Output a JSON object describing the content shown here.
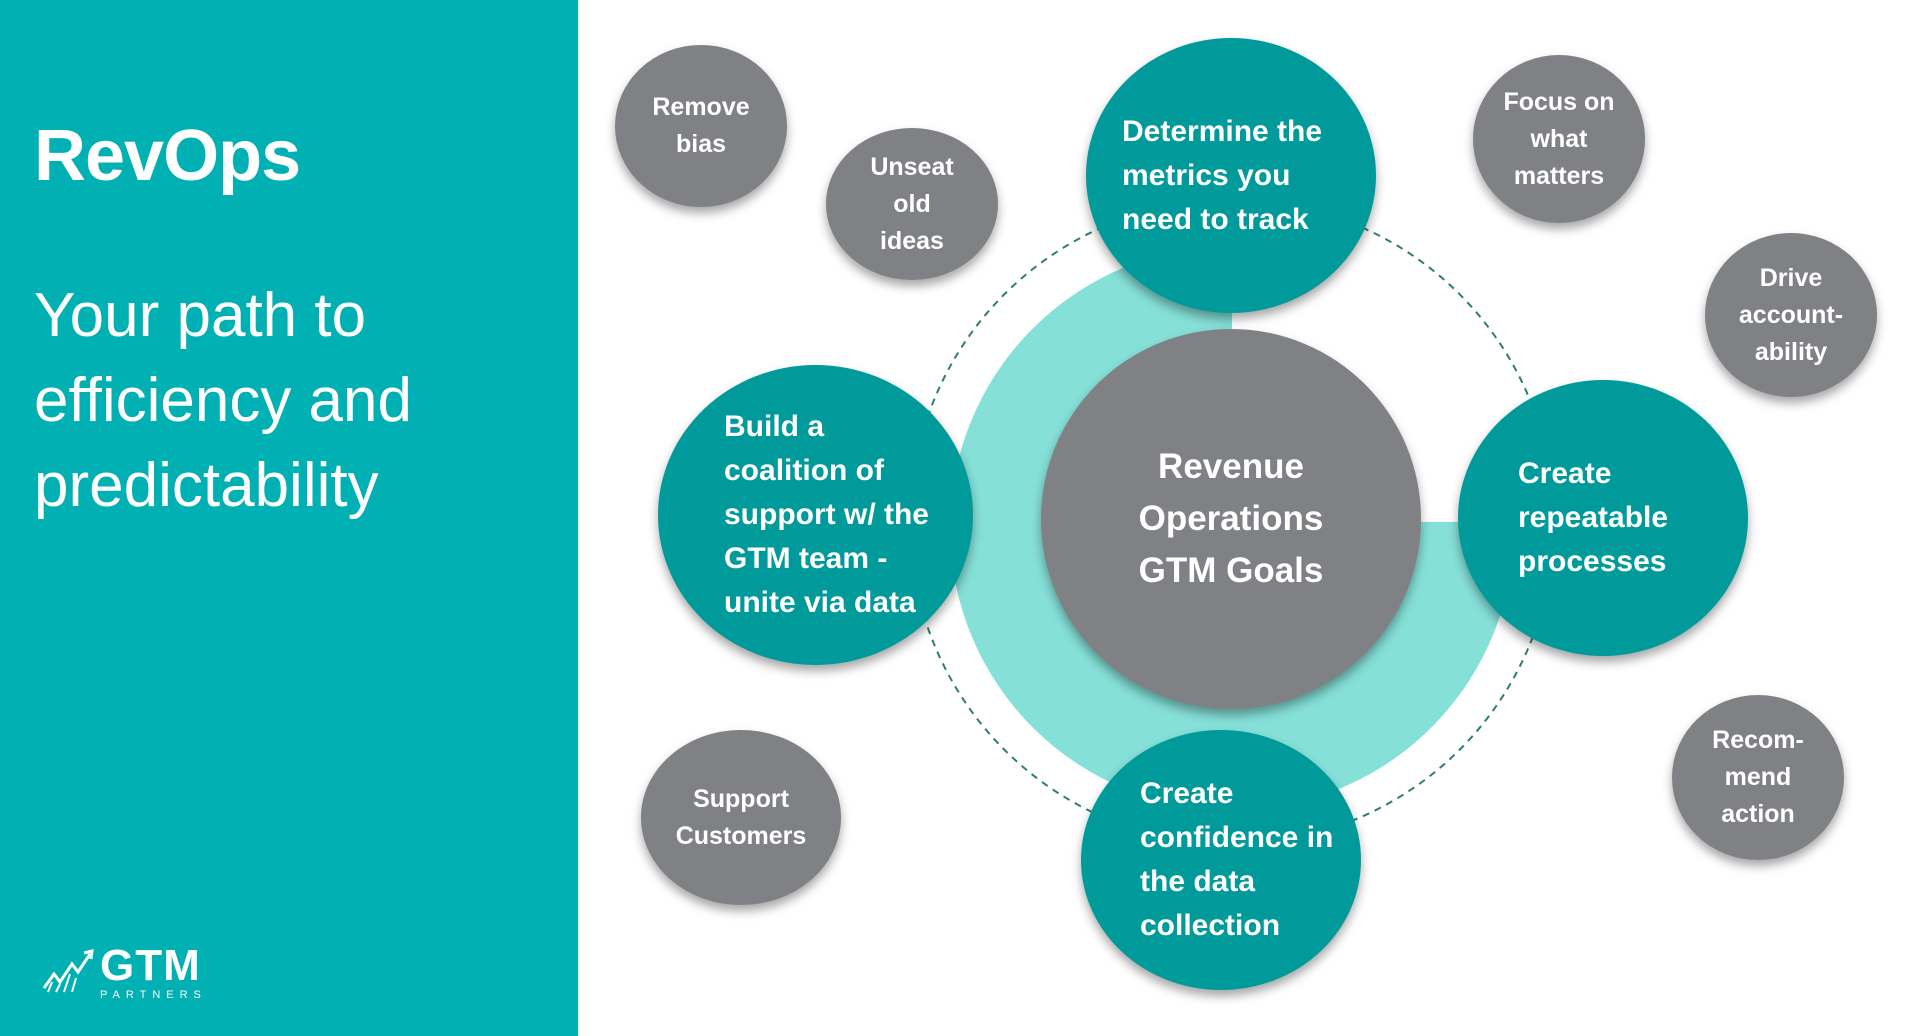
{
  "header": {
    "title": "RevOps",
    "subtitle": "Your path to efficiency and predictability"
  },
  "logo": {
    "name": "GTM",
    "tagline": "PARTNERS"
  },
  "diagram": {
    "center": "Revenue Operations GTM Goals",
    "core_goals": {
      "top": "Determine the metrics you need to track",
      "left": "Build a coalition of support w/ the GTM team - unite via data",
      "right": "Create repeatable processes",
      "bottom": "Create confidence in the data collection"
    },
    "outcomes": {
      "remove_bias": "Remove bias",
      "unseat_ideas": "Unseat old ideas",
      "focus": "Focus on what matters",
      "accountability": "Drive account- ability",
      "recommend": "Recom- mend action",
      "support_customers": "Support Customers"
    }
  },
  "colors": {
    "panel": "#00b0b3",
    "teal_circle": "#009a9b",
    "grey_circle": "#808184",
    "ring": "#85e0d8",
    "dashed": "#2e7d74"
  }
}
